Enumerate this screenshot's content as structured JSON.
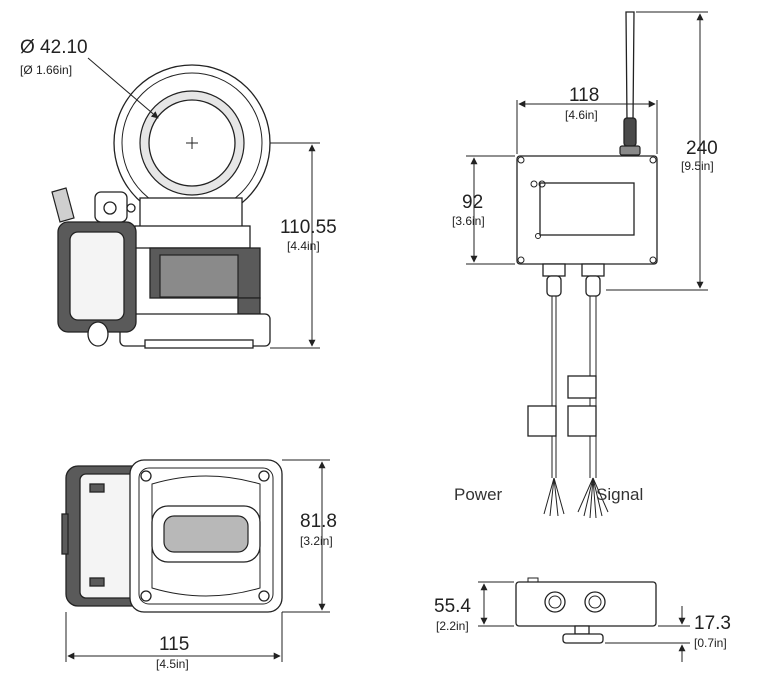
{
  "drawing": {
    "title": "Dimensional drawing - sensor and transmitter",
    "dimensions": {
      "sensor_diameter": {
        "main": "Ø 42.10",
        "sub": "[Ø 1.66in]"
      },
      "sensor_height": {
        "main": "110.55",
        "sub": "[4.4in]"
      },
      "sensor_depth": {
        "main": "81.8",
        "sub": "[3.2in]"
      },
      "sensor_width": {
        "main": "115",
        "sub": "[4.5in]"
      },
      "box_width": {
        "main": "118",
        "sub": "[4.6in]"
      },
      "box_height": {
        "main": "92",
        "sub": "[3.6in]"
      },
      "antenna_height": {
        "main": "240",
        "sub": "[9.5in]"
      },
      "box_depth": {
        "main": "55.4",
        "sub": "[2.2in]"
      },
      "mount_height": {
        "main": "17.3",
        "sub": "[0.7in]"
      }
    },
    "cables": {
      "power_label": "Power",
      "signal_label": "Signal"
    }
  }
}
